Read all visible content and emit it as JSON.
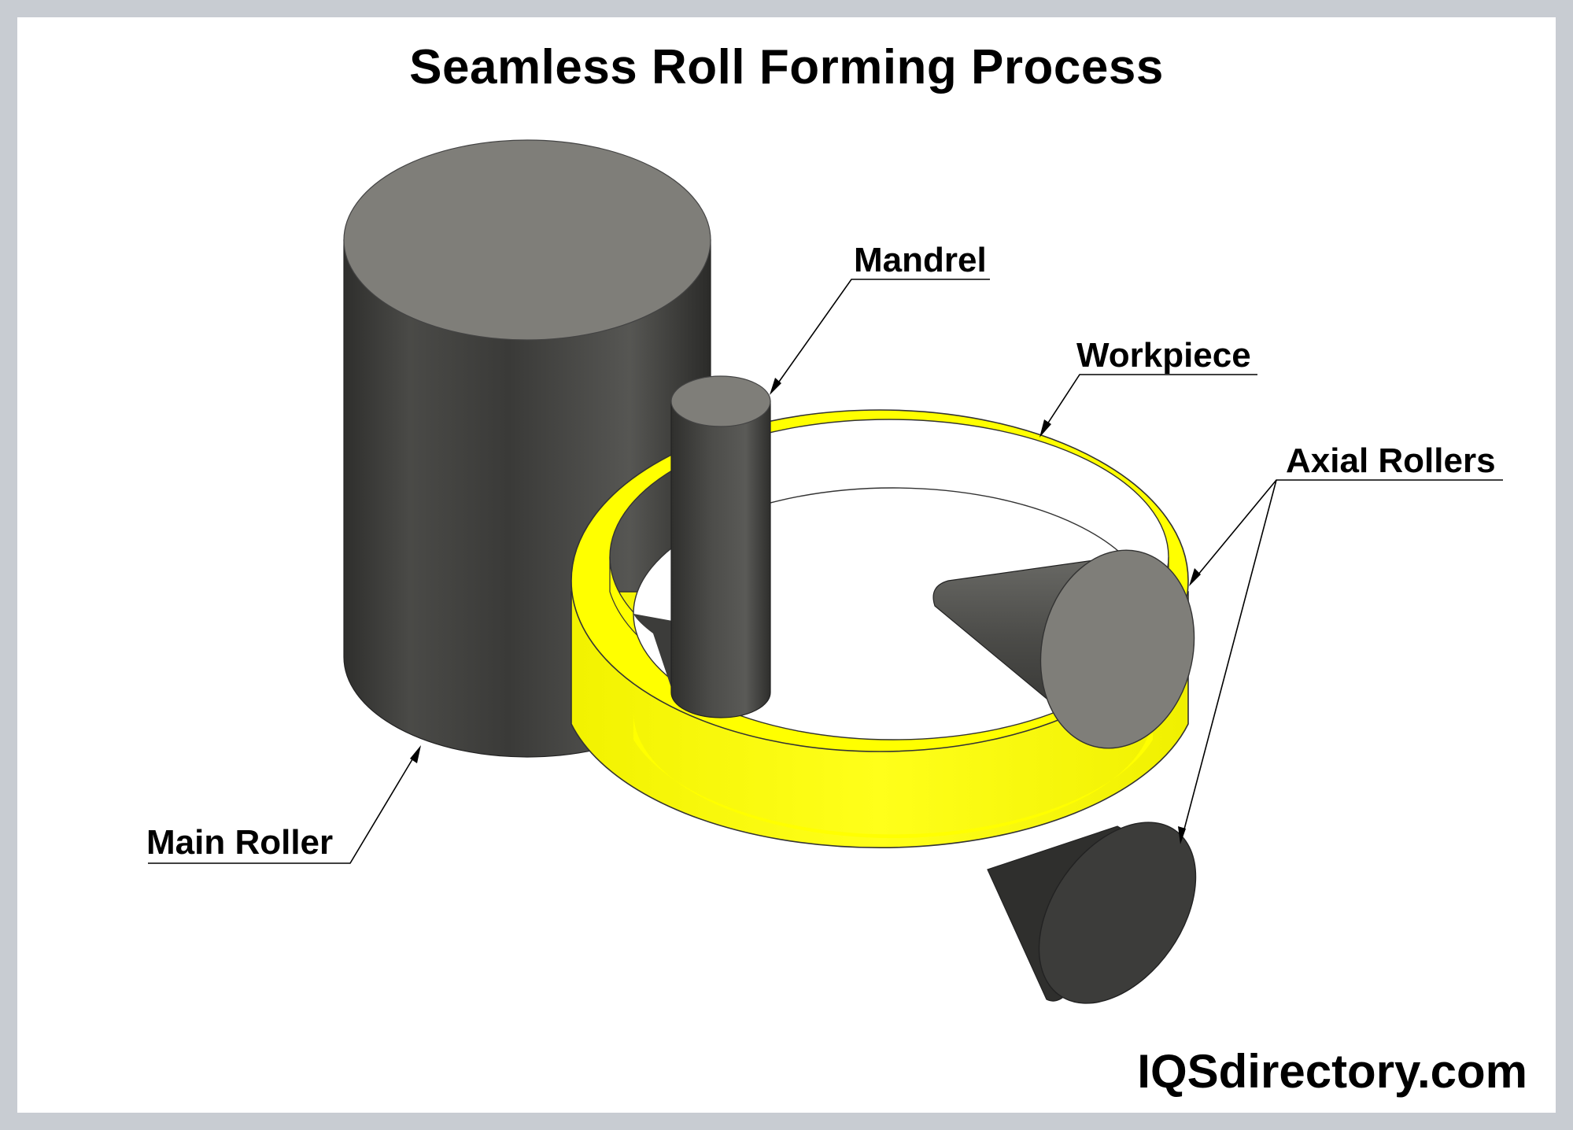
{
  "title": "Seamless Roll Forming Process",
  "labels": {
    "mandrel": "Mandrel",
    "workpiece": "Workpiece",
    "axial_rollers": "Axial Rollers",
    "main_roller": "Main Roller"
  },
  "brand": "IQSdirectory.com",
  "colors": {
    "workpiece": "#ffff00",
    "roller_dark": "#3c3c3a",
    "roller_top": "#7f7e79",
    "frame": "#c8ccd2"
  }
}
